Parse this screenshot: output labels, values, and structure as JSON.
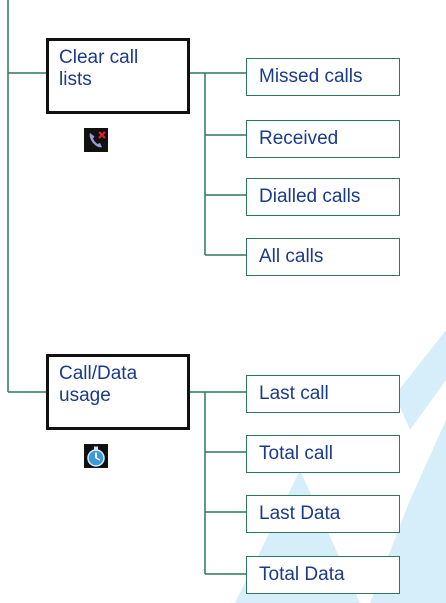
{
  "groups": [
    {
      "title": "Clear call\nlists",
      "icon": "phone-clear-icon",
      "items": [
        "Missed calls",
        "Received",
        "Dialled calls",
        "All calls"
      ]
    },
    {
      "title": "Call/Data\nusage",
      "icon": "stopwatch-icon",
      "items": [
        "Last call",
        "Total call",
        "Last Data",
        "Total Data"
      ]
    }
  ],
  "colors": {
    "line": "#2a7a5a",
    "text": "#1a3a8a",
    "main_border": "#111111",
    "watermark": "#c8e6f5"
  }
}
